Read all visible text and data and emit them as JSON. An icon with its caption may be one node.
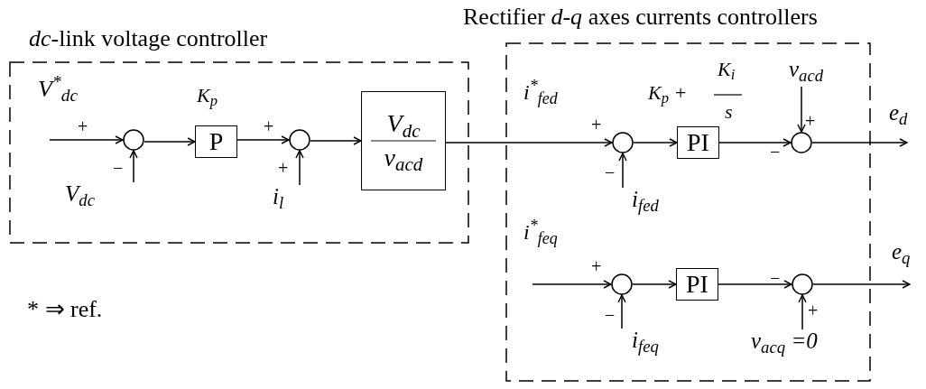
{
  "diagram": {
    "nodes": [
      {
        "text": [
          "*dc*-link voltage controller"
        ]
      },
      {
        "text": [],
        "shape": "circle",
        "in": 0
      },
      {
        "text": [
          "P"
        ],
        "in": 0
      },
      {
        "text": [],
        "shape": "circle",
        "in": 0
      },
      {
        "text": [
          "V$_{dc}$",
          "v$_{acd}$"
        ],
        "in": 0
      },
      {
        "text": [
          "Rectifier *d-q* axes currents controllers"
        ]
      },
      {
        "text": [],
        "shape": "circle",
        "in": 5
      },
      {
        "text": [
          "PI"
        ],
        "in": 5
      },
      {
        "text": [],
        "shape": "circle",
        "in": 5
      },
      {
        "text": [],
        "shape": "circle",
        "in": 5
      },
      {
        "text": [
          "PI"
        ],
        "in": 5
      },
      {
        "text": [],
        "shape": "circle",
        "in": 5
      },
      {
        "text": [
          "V$_{dc}$"
        ],
        "in": 0
      },
      {
        "text": [
          "i$_{l}$"
        ],
        "in": 0
      },
      {
        "text": [
          "v$_{acd}$"
        ],
        "in": 5
      },
      {
        "text": [
          "e$_{d}$"
        ]
      },
      {
        "text": [
          "i$_{fed}$"
        ],
        "in": 5
      },
      {
        "text": [
          "e$_{q}$"
        ]
      },
      {
        "text": [
          "i$_{feq}$"
        ],
        "in": 5
      },
      {
        "text": [
          "v$_{acq}$ =0"
        ],
        "in": 5
      }
    ],
    "edges": [
      {
        "from": null,
        "to": 1,
        "arrow": "to"
      },
      {
        "from": 12,
        "to": 1,
        "arrow": "to"
      },
      {
        "from": 1,
        "to": 2,
        "arrow": "to"
      },
      {
        "from": 2,
        "to": 3,
        "arrow": "to"
      },
      {
        "from": 13,
        "to": 3,
        "arrow": "to"
      },
      {
        "from": 3,
        "to": 4,
        "arrow": "to"
      },
      {
        "from": 4,
        "to": 6,
        "arrow": "to"
      },
      {
        "from": 16,
        "to": 6,
        "arrow": "to"
      },
      {
        "from": 6,
        "to": 7,
        "arrow": "to"
      },
      {
        "from": 7,
        "to": 8,
        "arrow": "to"
      },
      {
        "from": 14,
        "to": 8,
        "arrow": "to"
      },
      {
        "from": 8,
        "to": 15,
        "arrow": "to"
      },
      {
        "from": null,
        "to": 9,
        "arrow": "to"
      },
      {
        "from": 18,
        "to": 9,
        "arrow": "to"
      },
      {
        "from": 9,
        "to": 10,
        "arrow": "to"
      },
      {
        "from": 10,
        "to": 11,
        "arrow": "to"
      },
      {
        "from": 19,
        "to": 11,
        "arrow": "to"
      },
      {
        "from": 11,
        "to": 17,
        "arrow": "to"
      }
    ],
    "labels": [
      "V$^{*}$$_{dc}$",
      "+",
      "−",
      "K$_{p}$",
      "+",
      "+",
      "i$^{*}$$_{fed}$",
      "K$_{p}$ +",
      "K$_{i}$",
      "s",
      "+",
      "+",
      "−",
      "−",
      "i$^{*}$$_{feq}$",
      "+",
      "−",
      "−",
      "+",
      "* ⇒ ref."
    ]
  }
}
